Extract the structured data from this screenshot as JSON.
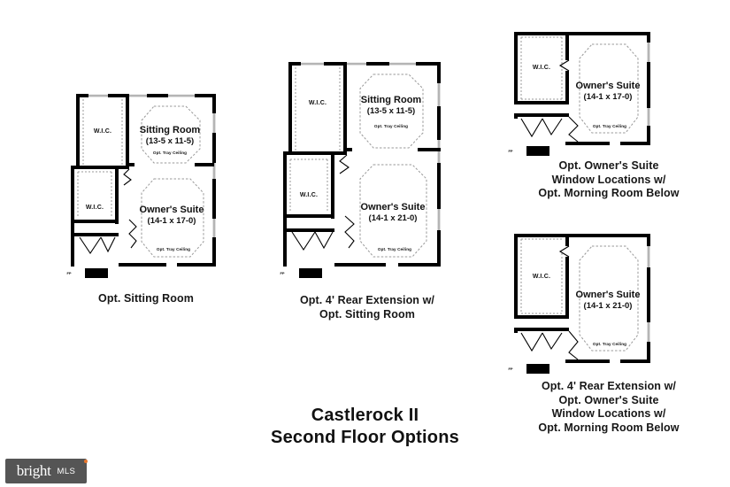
{
  "document": {
    "title_line1": "Castlerock II",
    "title_line2": "Second Floor Options"
  },
  "logo": {
    "brand": "bright",
    "suffix": "MLS"
  },
  "plans": [
    {
      "id": "opt-sitting-room",
      "caption_lines": [
        "Opt. Sitting Room"
      ],
      "rooms": [
        {
          "name": "Sitting Room",
          "dimensions": "(13-5 x 11-5)",
          "note": "Opt. Tray Ceiling"
        },
        {
          "name": "Owner's Suite",
          "dimensions": "(14-1 x 17-0)",
          "note": "Opt. Tray Ceiling"
        },
        {
          "name": "W.I.C.",
          "dimensions": "",
          "note": ""
        },
        {
          "name": "W.I.C.",
          "dimensions": "",
          "note": ""
        }
      ],
      "marker": "FP"
    },
    {
      "id": "opt-4ft-rear-extension-sitting-room",
      "caption_lines": [
        "Opt. 4' Rear Extension w/",
        "Opt. Sitting Room"
      ],
      "rooms": [
        {
          "name": "Sitting Room",
          "dimensions": "(13-5 x 11-5)",
          "note": "Opt. Tray Ceiling"
        },
        {
          "name": "Owner's Suite",
          "dimensions": "(14-1 x 21-0)",
          "note": "Opt. Tray Ceiling"
        },
        {
          "name": "W.I.C.",
          "dimensions": "",
          "note": ""
        },
        {
          "name": "W.I.C.",
          "dimensions": "",
          "note": ""
        }
      ],
      "marker": "FP"
    },
    {
      "id": "opt-owners-suite-window-locations",
      "caption_lines": [
        "Opt. Owner's Suite",
        "Window Locations w/",
        "Opt. Morning Room Below"
      ],
      "rooms": [
        {
          "name": "Owner's Suite",
          "dimensions": "(14-1 x 17-0)",
          "note": "Opt. Tray Ceiling"
        },
        {
          "name": "W.I.C.",
          "dimensions": "",
          "note": ""
        }
      ],
      "marker": "FP"
    },
    {
      "id": "opt-4ft-rear-extension-owners-suite-windows",
      "caption_lines": [
        "Opt. 4' Rear Extension w/",
        "Opt. Owner's Suite",
        "Window Locations w/",
        "Opt. Morning Room Below"
      ],
      "rooms": [
        {
          "name": "Owner's Suite",
          "dimensions": "(14-1 x 21-0)",
          "note": "Opt. Tray Ceiling"
        },
        {
          "name": "W.I.C.",
          "dimensions": "",
          "note": ""
        }
      ],
      "marker": "FP"
    }
  ],
  "colors": {
    "wall": "#000000",
    "window": "#b5b5b5",
    "dashed": "#999999",
    "text": "#111111",
    "logo_bg": "#555555",
    "logo_accent": "#e8762c"
  }
}
